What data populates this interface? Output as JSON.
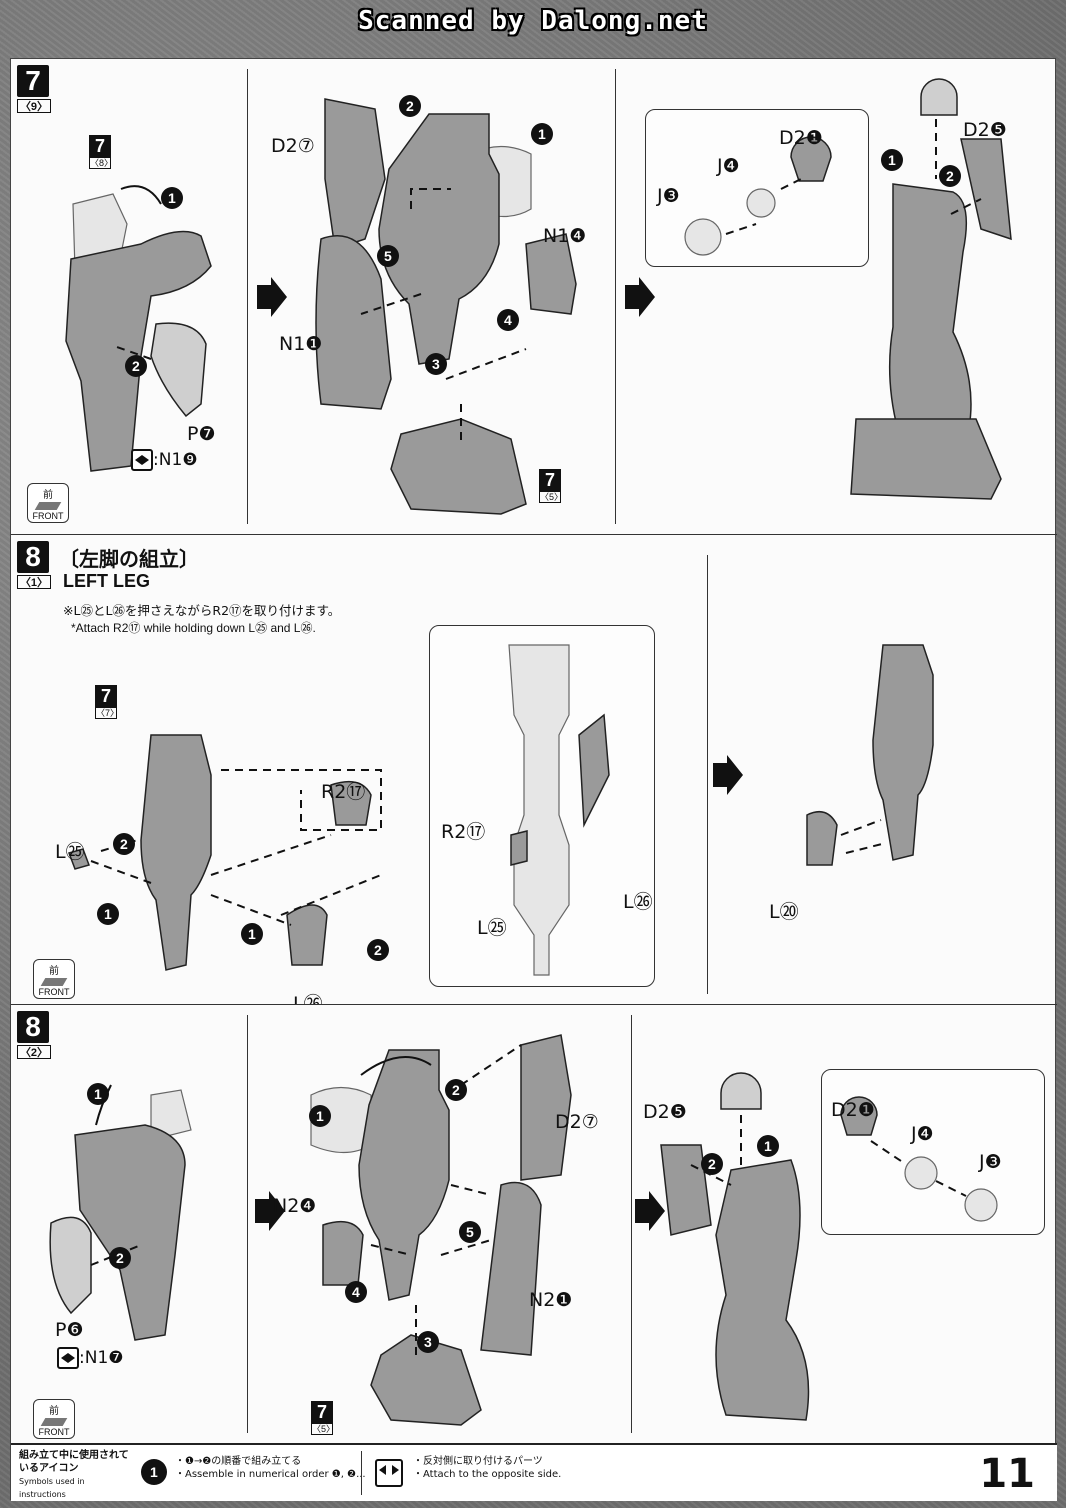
{
  "watermark": "Scanned by Dalong.net",
  "panels": {
    "step7": {
      "number": "7",
      "sub": "〈9〉",
      "ref": {
        "num": "7",
        "sub": "〈8〉"
      },
      "ref2": {
        "num": "7",
        "sub": "〈5〉"
      },
      "labels": {
        "d2_7": "D2⑦",
        "n1_1": "N1❶",
        "n1_4": "N1❹",
        "d2_1": "D2❶",
        "d2_5": "D2❺",
        "j4": "J❹",
        "j3": "J❸",
        "p7": "P❼",
        "opp": ":N1❾"
      },
      "front": {
        "jp": "前",
        "en": "FRONT"
      }
    },
    "step8a": {
      "number": "8",
      "sub": "〈1〉",
      "title_jp": "〔左脚の組立〕",
      "title_en": "LEFT LEG",
      "note_jp": "※L㉕とL㉖を押さえながらR2⑰を取り付けます。",
      "note_en": "*Attach R2⑰ while holding down L㉕ and L㉖.",
      "ref": {
        "num": "7",
        "sub": "〈7〉"
      },
      "labels": {
        "r2_17": "R2⑰",
        "l25": "L㉕",
        "l26": "L㉖",
        "l20": "L⑳",
        "inset_r2_17": "R2⑰",
        "inset_l26": "L㉖",
        "inset_l25": "L㉕"
      },
      "front": {
        "jp": "前",
        "en": "FRONT"
      }
    },
    "step8b": {
      "number": "8",
      "sub": "〈2〉",
      "ref": {
        "num": "7",
        "sub": "〈5〉"
      },
      "labels": {
        "d2_7": "D2⑦",
        "n2_4": "N2❹",
        "n2_1": "N2❶",
        "d2_5": "D2❺",
        "d2_1": "D2❶",
        "j4": "J❹",
        "j3": "J❸",
        "p6": "P❻",
        "opp": ":N1❼"
      },
      "front": {
        "jp": "前",
        "en": "FRONT"
      }
    }
  },
  "footer": {
    "legend_jp": "組み立て中に使用されているアイコン",
    "legend_en": "Symbols used in instructions",
    "icon1_jp": "・❶→❷の順番で組み立てる",
    "icon1_en": "・Assemble in numerical order ❶, ❷...",
    "icon2_jp": "・反対側に取り付けるパーツ",
    "icon2_en": "・Attach to the opposite side.",
    "page_number": "11"
  },
  "colors": {
    "part": "#9a9a9a",
    "light_part": "#cfcfcf",
    "ink": "#111111"
  }
}
